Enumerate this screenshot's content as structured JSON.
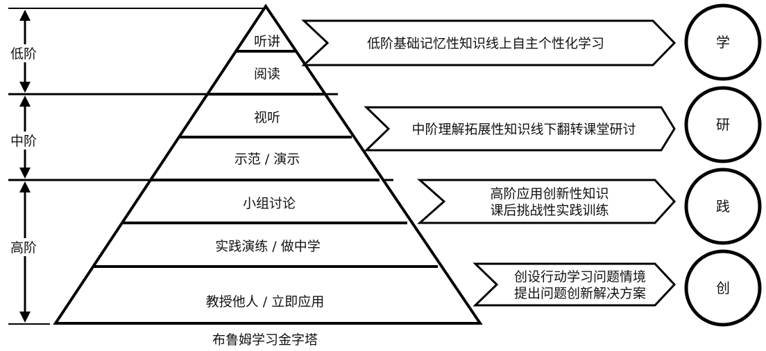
{
  "pyramid": {
    "caption": "布鲁姆学习金字塔",
    "levels": [
      "听讲",
      "阅读",
      "视听",
      "示范 / 演示",
      "小组讨论",
      "实践演练 / 做中学",
      "教授他人 / 立即应用"
    ]
  },
  "stages": [
    {
      "label": "低阶"
    },
    {
      "label": "中阶"
    },
    {
      "label": "高阶"
    }
  ],
  "arrows": [
    {
      "lines": [
        "低阶基础记忆性知识线上自主个性化学习"
      ]
    },
    {
      "lines": [
        "中阶理解拓展性知识线下翻转课堂研讨"
      ]
    },
    {
      "lines": [
        "高阶应用创新性知识",
        "课后挑战性实践训练"
      ]
    },
    {
      "lines": [
        "创设行动学习问题情境",
        "提出问题创新解决方案"
      ]
    }
  ],
  "circles": [
    "学",
    "研",
    "践",
    "创"
  ]
}
